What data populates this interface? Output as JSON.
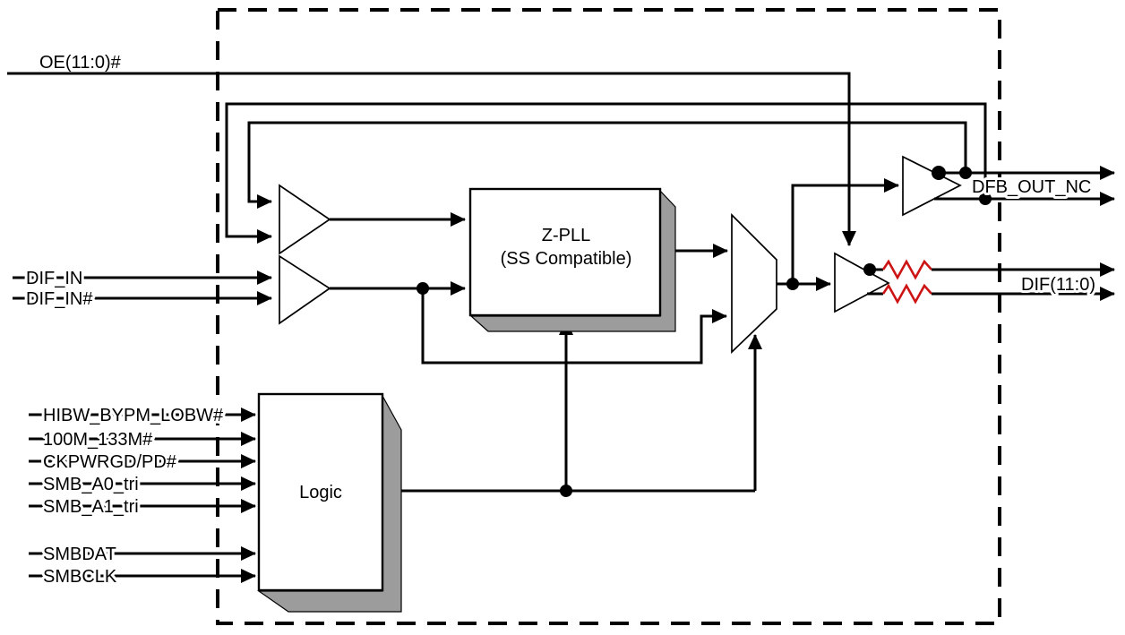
{
  "diagram": {
    "labels": {
      "oe": "OE(11:0)#",
      "dif_in": "DIF_IN",
      "dif_in_b": "DIF_IN#",
      "hibw": "HIBW_BYPM_LOBW#",
      "m100_133": "100M_133M#",
      "ckpwrgd": "CKPWRGD/PD#",
      "smb_a0": "SMB_A0_tri",
      "smb_a1": "SMB_A1_tri",
      "smbdat": "SMBDAT",
      "smbclk": "SMBCLK",
      "dfb_out": "DFB_OUT_NC",
      "dif_out": "DIF(11:0)"
    },
    "blocks": {
      "pll_line1": "Z-PLL",
      "pll_line2": "(SS Compatible)",
      "logic": "Logic"
    },
    "colors": {
      "line": "#000000",
      "shadow": "#9c9c9c",
      "resistor": "#cc1414",
      "background": "#ffffff"
    }
  }
}
